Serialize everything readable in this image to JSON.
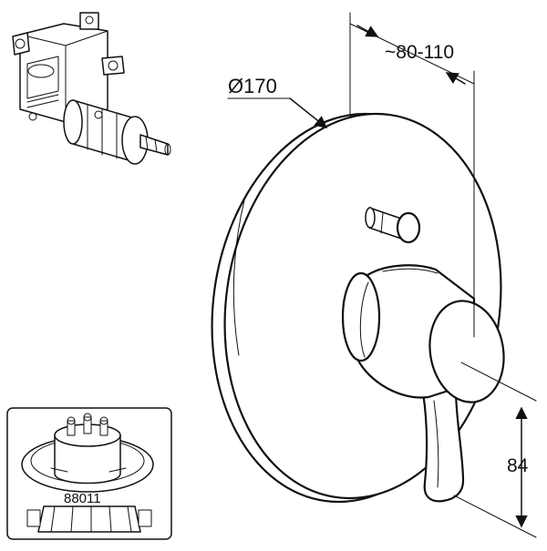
{
  "dimensions": {
    "diameter": "Ø170",
    "projection": "~80-110",
    "lever_height": "84"
  },
  "inset": {
    "part_number": "88011"
  }
}
